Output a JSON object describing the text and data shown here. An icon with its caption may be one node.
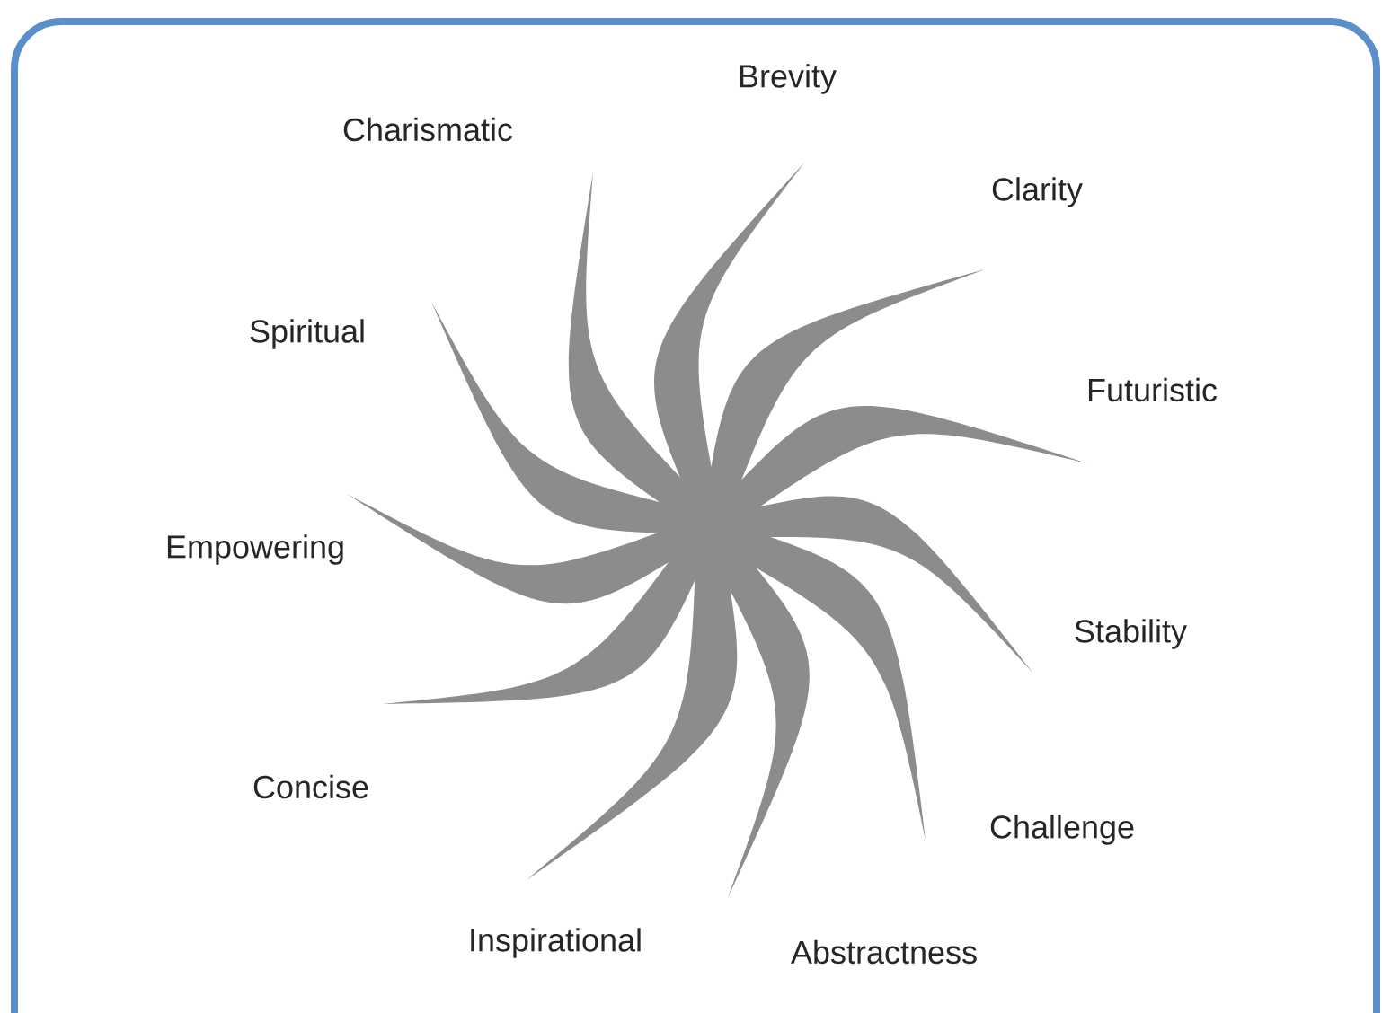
{
  "diagram": {
    "labels": [
      "Brevity",
      "Charismatic",
      "Clarity",
      "Spiritual",
      "Futuristic",
      "Empowering",
      "Stability",
      "Concise",
      "Challenge",
      "Inspirational",
      "Abstractness"
    ]
  }
}
